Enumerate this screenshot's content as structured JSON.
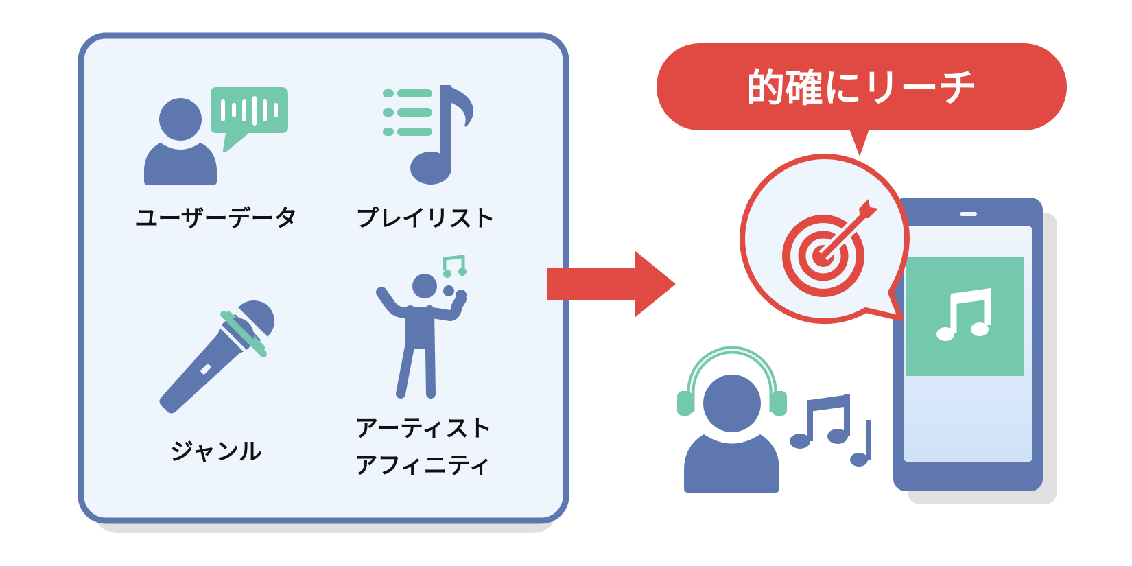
{
  "colors": {
    "blue": "#5e77ae",
    "green": "#74c8ae",
    "red": "#e04a42",
    "panel_bg": "#eef5fd",
    "shadow": "#e0e0e0"
  },
  "data_sources": {
    "user_data": "ユーザーデータ",
    "playlist": "プレイリスト",
    "genre": "ジャンル",
    "artist_affinity_line1": "アーティスト",
    "artist_affinity_line2": "アフィニティ"
  },
  "callout": {
    "text": "的確にリーチ"
  }
}
